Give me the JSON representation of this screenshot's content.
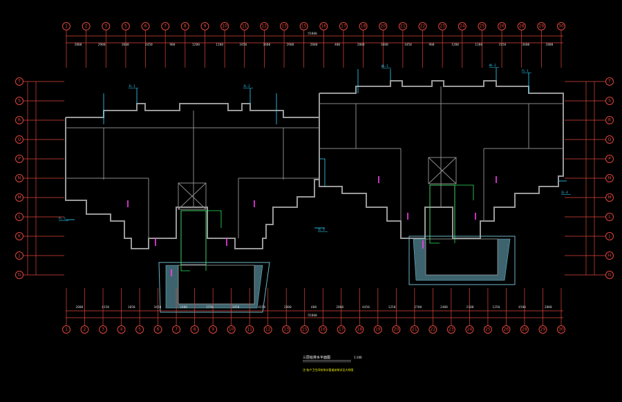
{
  "drawing": {
    "background": "#000000",
    "title": "三层给排水平面图",
    "scale": "1:100",
    "note": "注:各户卫生间给排水管道安装详见大样图"
  },
  "colors": {
    "axis": "#e0463c",
    "wall": "#9a9a9a",
    "water_supply": "#33d6ff",
    "drain": "#2ee85a",
    "riser": "#ff3cf0",
    "roof": "#6fb7c9"
  },
  "axes_top": [
    "1",
    "2",
    "3",
    "5",
    "6",
    "7",
    "8",
    "9",
    "10",
    "11",
    "12",
    "13",
    "15",
    "16",
    "17",
    "18",
    "20",
    "21",
    "22",
    "23",
    "24",
    "25",
    "26",
    "28",
    "29",
    "30"
  ],
  "axes_bottom": [
    "1",
    "2",
    "3",
    "4",
    "5",
    "6",
    "7",
    "8",
    "9",
    "10",
    "11",
    "12",
    "13",
    "15",
    "16",
    "17",
    "18",
    "19",
    "20",
    "21",
    "22",
    "23",
    "24",
    "25",
    "26",
    "28",
    "29",
    "30"
  ],
  "axes_left": [
    "T",
    "S",
    "R",
    "Q",
    "P",
    "N",
    "M",
    "L",
    "K",
    "J",
    "G"
  ],
  "axes_right": [
    "T",
    "S",
    "R",
    "Q",
    "P",
    "N",
    "M",
    "L",
    "J",
    "H",
    "G"
  ],
  "dims_top": [
    "2800",
    "2900",
    "3600",
    "3450",
    "900",
    "1200",
    "1200",
    "3450",
    "3600",
    "2900",
    "2800",
    "400",
    "2800",
    "3600",
    "3450",
    "900",
    "1200",
    "1200",
    "3150",
    "3600",
    "2800"
  ],
  "dims_bottom": [
    "2800",
    "4150",
    "1050",
    "3450",
    "2400",
    "1250",
    "3450",
    "4150",
    "2800",
    "400",
    "2800",
    "4450",
    "1250",
    "2700",
    "2400",
    "2100",
    "1250",
    "4500",
    "2800"
  ],
  "overall_top": "55800",
  "overall_bottom": "55800",
  "riser_tags": [
    "JL-1",
    "JL-2",
    "WL-1",
    "WL-2",
    "FL-1",
    "FL-2",
    "JL-3",
    "JL-4"
  ]
}
